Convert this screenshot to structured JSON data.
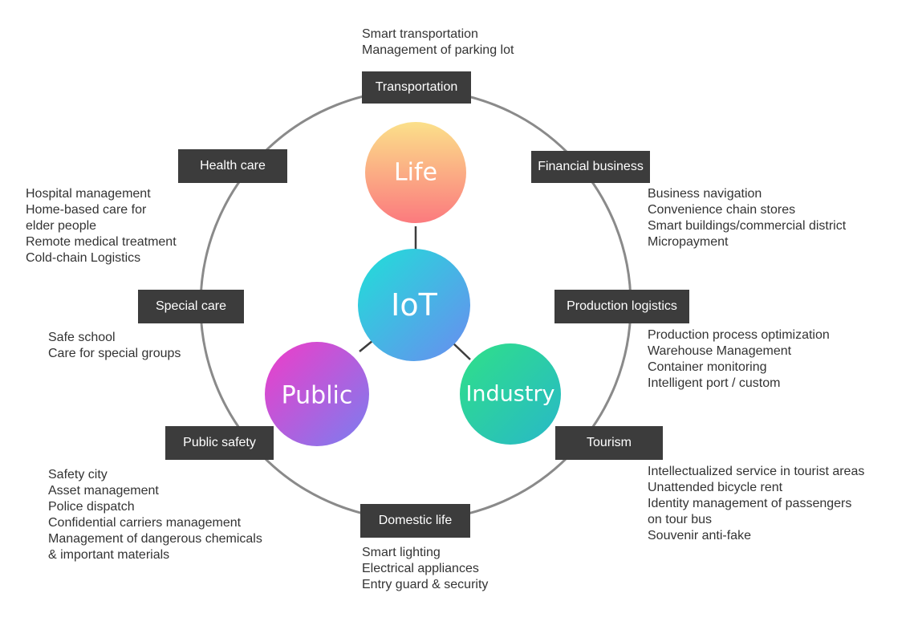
{
  "hubs": {
    "center": {
      "label": "IoT",
      "colors": [
        "#1fe0d8",
        "#6a8cf0"
      ]
    },
    "life": {
      "label": "Life",
      "colors": [
        "#fbe08a",
        "#fb7a7e"
      ]
    },
    "public": {
      "label": "Public",
      "colors": [
        "#f03cc8",
        "#7a7ef0"
      ]
    },
    "industry": {
      "label": "Industry",
      "colors": [
        "#2fe088",
        "#28b8c8"
      ]
    }
  },
  "ring_color": "#8a8a8a",
  "box_color": "#3c3c3c",
  "categories": {
    "transportation": {
      "label": "Transportation",
      "items": [
        "Smart transportation",
        "Management of parking lot"
      ]
    },
    "financial_business": {
      "label": "Financial business",
      "items": [
        "Business navigation",
        "Convenience chain stores",
        "Smart buildings/commercial district",
        "Micropayment"
      ]
    },
    "production_logistics": {
      "label": "Production logistics",
      "items": [
        "Production process optimization",
        "Warehouse Management",
        "Container monitoring",
        "Intelligent port / custom"
      ]
    },
    "tourism": {
      "label": "Tourism",
      "items": [
        "Intellectualized service in tourist areas",
        "Unattended bicycle rent",
        "Identity management of passengers",
        "on tour bus",
        "Souvenir anti-fake"
      ]
    },
    "domestic_life": {
      "label": "Domestic life",
      "items": [
        "Smart lighting",
        "Electrical appliances",
        "Entry guard & security"
      ]
    },
    "public_safety": {
      "label": "Public safety",
      "items": [
        "Safety city",
        "Asset management",
        "Police dispatch",
        "Confidential carriers management",
        "Management of dangerous chemicals",
        "& important materials"
      ]
    },
    "special_care": {
      "label": "Special care",
      "items": [
        "Safe school",
        "Care for special groups"
      ]
    },
    "health_care": {
      "label": "Health care",
      "items": [
        "Hospital management",
        "Home-based care for",
        "elder people",
        "Remote medical treatment",
        "Cold-chain Logistics"
      ]
    }
  }
}
